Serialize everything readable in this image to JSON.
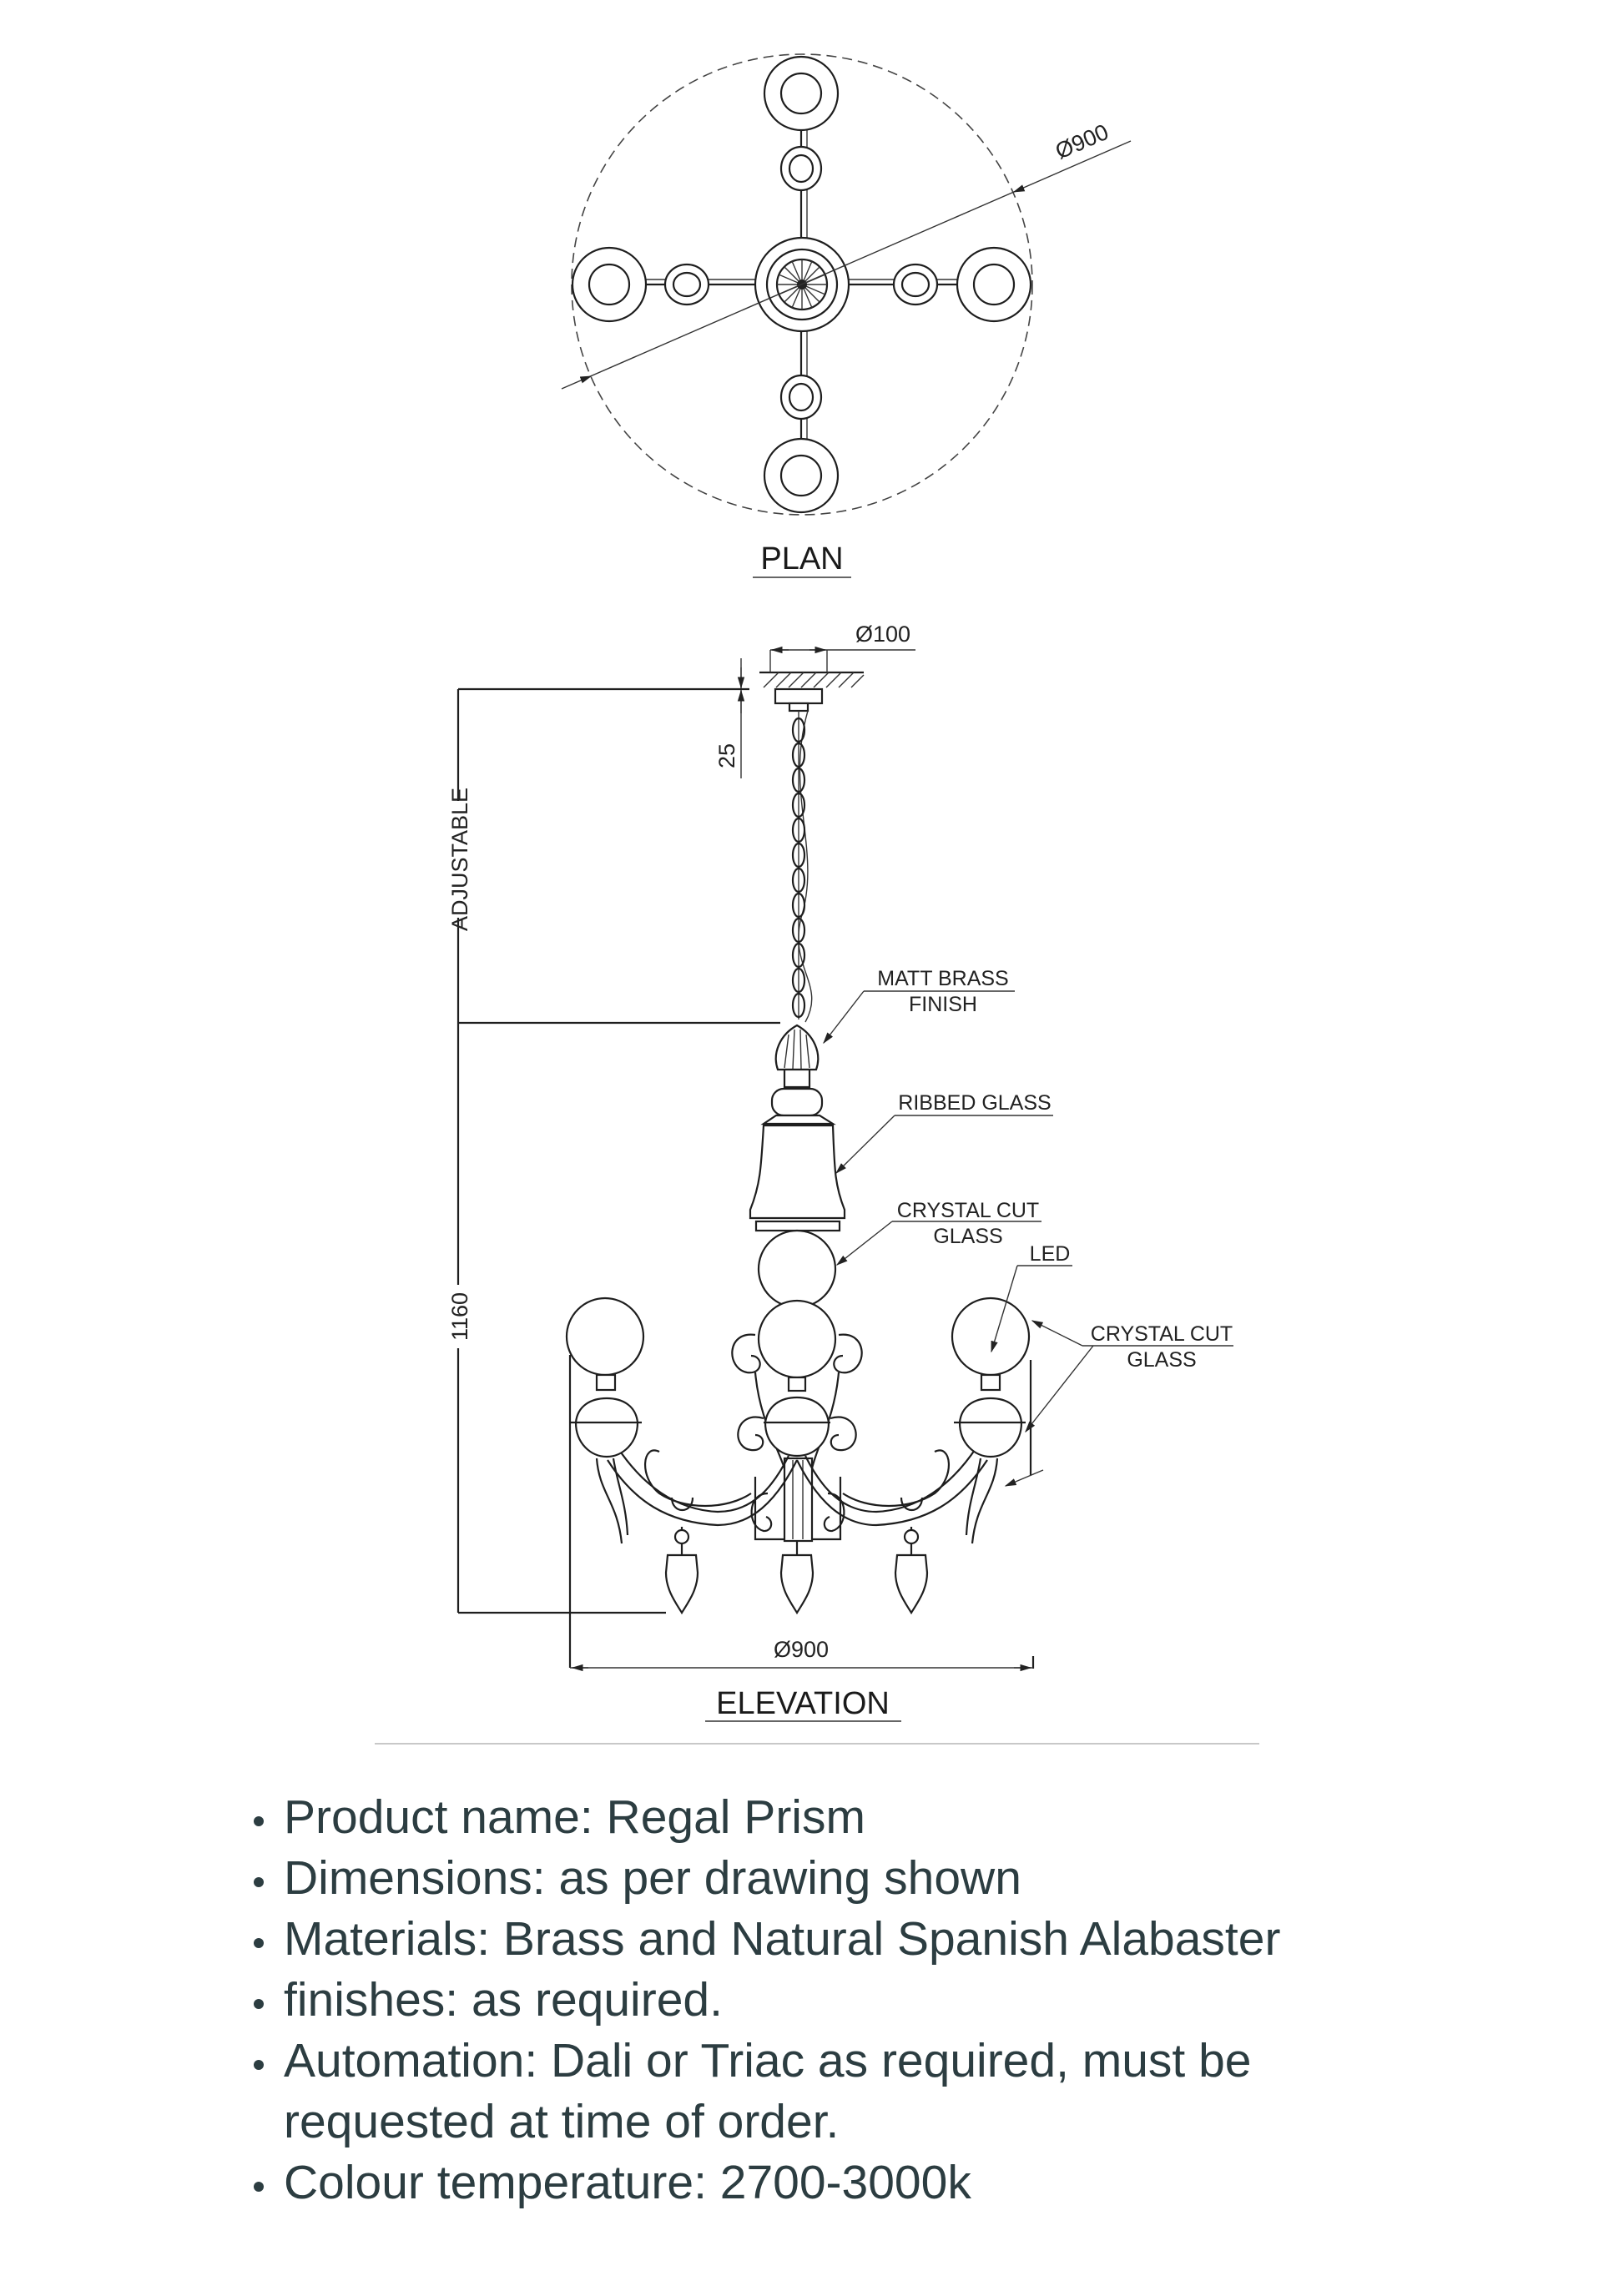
{
  "drawing": {
    "plan_title": "PLAN",
    "plan_diameter": "Ø900",
    "elevation_title": "ELEVATION",
    "canopy_diameter": "Ø100",
    "canopy_height": "25",
    "adjustable_label": "ADJUSTABLE",
    "height_label": "1160",
    "elevation_diameter": "Ø900",
    "callouts": {
      "matt_brass_1": "MATT BRASS",
      "matt_brass_2": "FINISH",
      "ribbed_glass": "RIBBED GLASS",
      "crystal_cut_a1": "CRYSTAL CUT",
      "crystal_cut_a2": "GLASS",
      "led": "LED",
      "crystal_cut_b1": "CRYSTAL CUT",
      "crystal_cut_b2": "GLASS"
    }
  },
  "specs": [
    "Product name: Regal Prism",
    "Dimensions: as per drawing shown",
    "Materials: Brass and Natural Spanish Alabaster",
    "finishes: as required.",
    "Automation: Dali or Triac as required, must be",
    "requested at time of order.",
    "Colour temperature: 2700-3000k"
  ],
  "colors": {
    "text": "#2c3d41",
    "line": "#1e1e1e"
  }
}
